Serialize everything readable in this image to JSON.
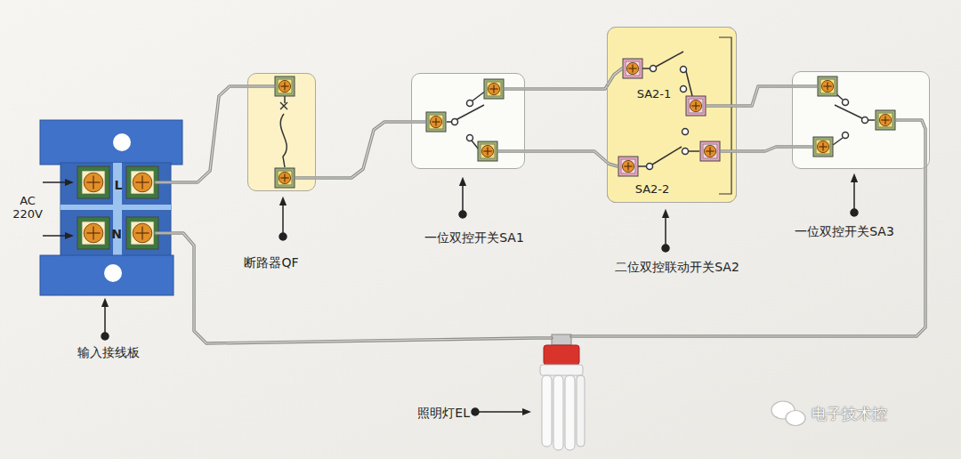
{
  "diagram": {
    "nodes": [
      {
        "text": [
          "L",
          "N",
          "输入接线板"
        ]
      },
      {
        "text": [
          "断路器QF"
        ]
      },
      {
        "text": [
          "一位双控开关SA1"
        ]
      },
      {
        "text": [
          "SA2-1",
          "SA2-2",
          "二位双控联动开关SA2"
        ]
      },
      {
        "text": [
          "一位双控开关SA3"
        ]
      },
      {
        "text": [
          "照明灯EL"
        ]
      }
    ],
    "edges": [
      {
        "from": 0,
        "to": 1,
        "arrow": "none"
      },
      {
        "from": 1,
        "to": 2,
        "arrow": "none"
      },
      {
        "from": 2,
        "to": 3,
        "arrow": "none"
      },
      {
        "from": 2,
        "to": 3,
        "arrow": "none"
      },
      {
        "from": 3,
        "to": 4,
        "arrow": "none"
      },
      {
        "from": 3,
        "to": 4,
        "arrow": "none"
      },
      {
        "from": 4,
        "to": 5,
        "arrow": "none"
      },
      {
        "from": 5,
        "to": 0,
        "arrow": "none"
      }
    ],
    "labels": [
      "AC 220V",
      "电子技术控"
    ]
  }
}
